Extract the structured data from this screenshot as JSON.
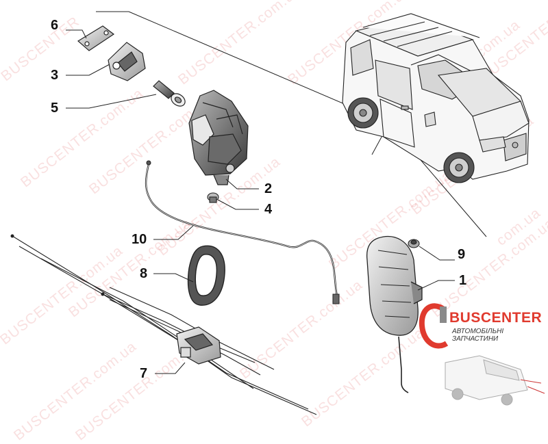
{
  "callouts": {
    "c1": "1",
    "c2": "2",
    "c3": "3",
    "c4": "4",
    "c5": "5",
    "c6": "6",
    "c7": "7",
    "c8": "8",
    "c9": "9",
    "c10": "10"
  },
  "logo": {
    "title": "BUSCENTER",
    "subtitle": "АВТОМОБІЛЬНІ ЗАПЧАСТИНИ"
  },
  "watermark": {
    "text_a": "BUSCENTER.com.ua",
    "text_b": "BUSCENTER",
    "text_c": "com.ua"
  },
  "colors": {
    "line": "#222222",
    "brand_red": "#e03a2e",
    "watermark": "#dc3c3c"
  }
}
